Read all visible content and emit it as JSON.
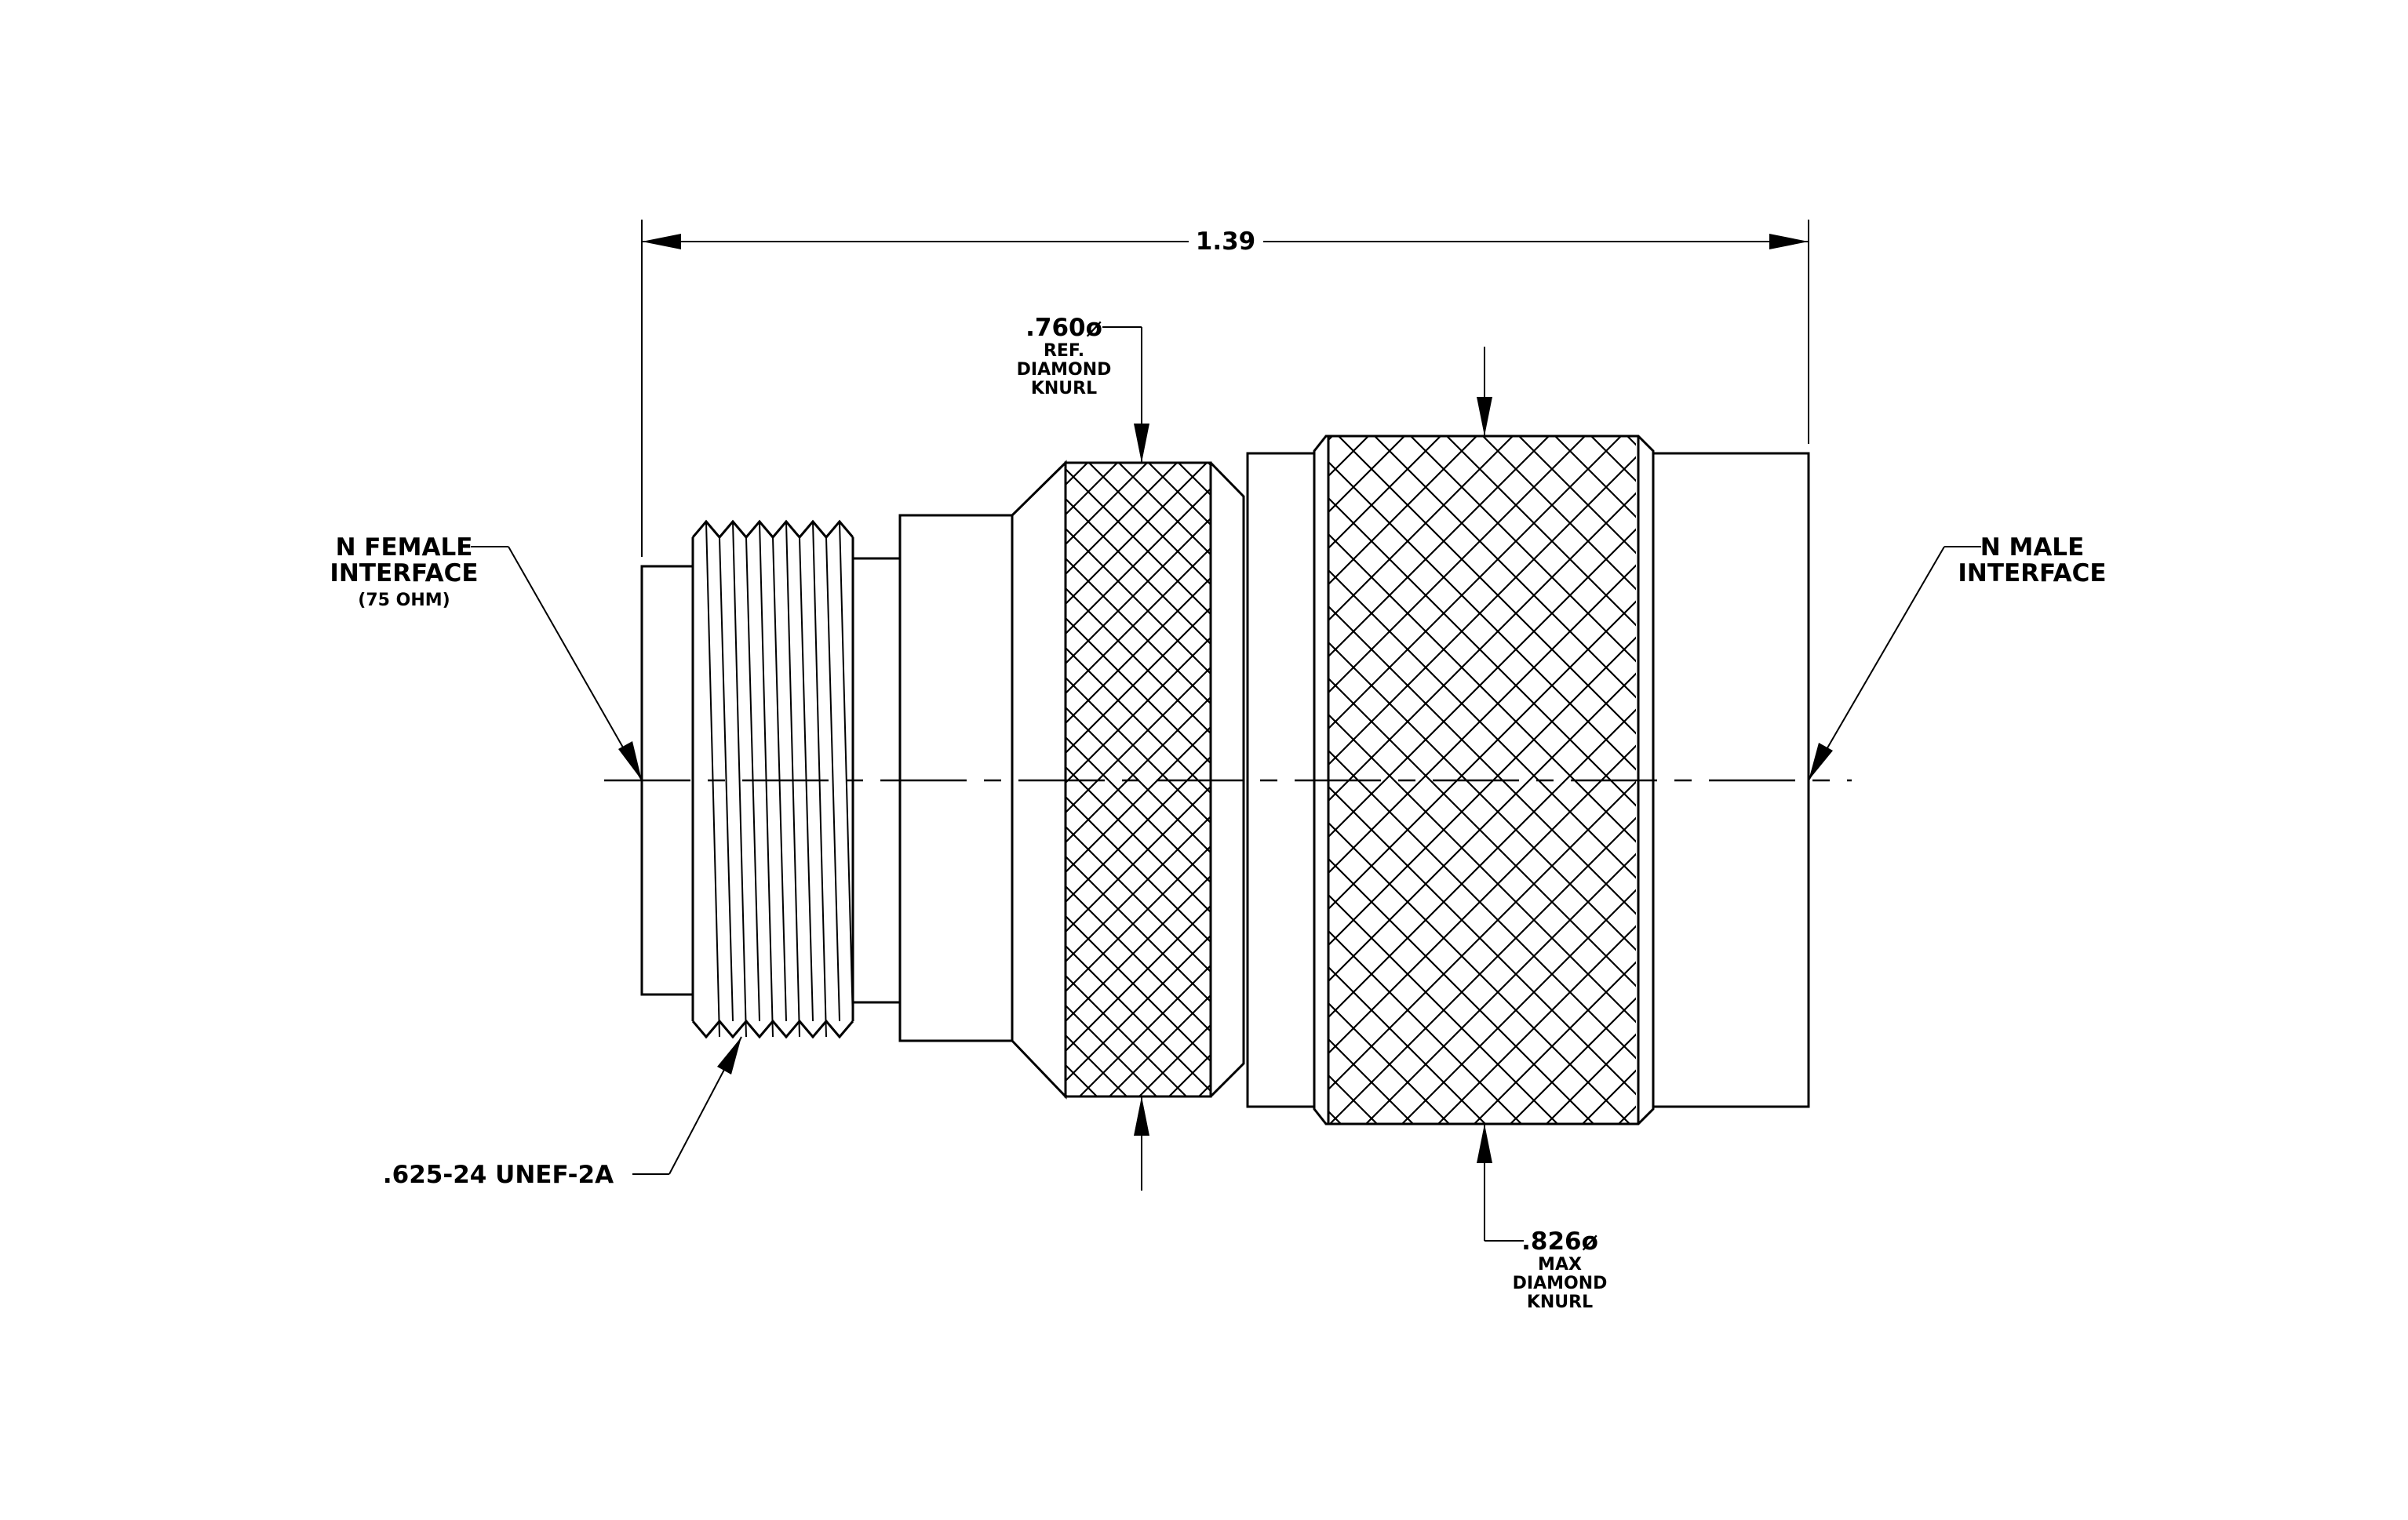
{
  "dims": {
    "overall_length": "1.39"
  },
  "callouts": {
    "ref_knurl": {
      "dia": ".760ø",
      "line2": "REF.",
      "line3": "DIAMOND",
      "line4": "KNURL"
    },
    "max_knurl": {
      "dia": ".826ø",
      "line2": "MAX",
      "line3": "DIAMOND",
      "line4": "KNURL"
    },
    "female": {
      "line1": "N  FEMALE",
      "line2": "INTERFACE",
      "line3": "(75 OHM)"
    },
    "male": {
      "line1": "N  MALE",
      "line2": "INTERFACE"
    },
    "thread": {
      "text": ".625-24 UNEF-2A"
    }
  }
}
